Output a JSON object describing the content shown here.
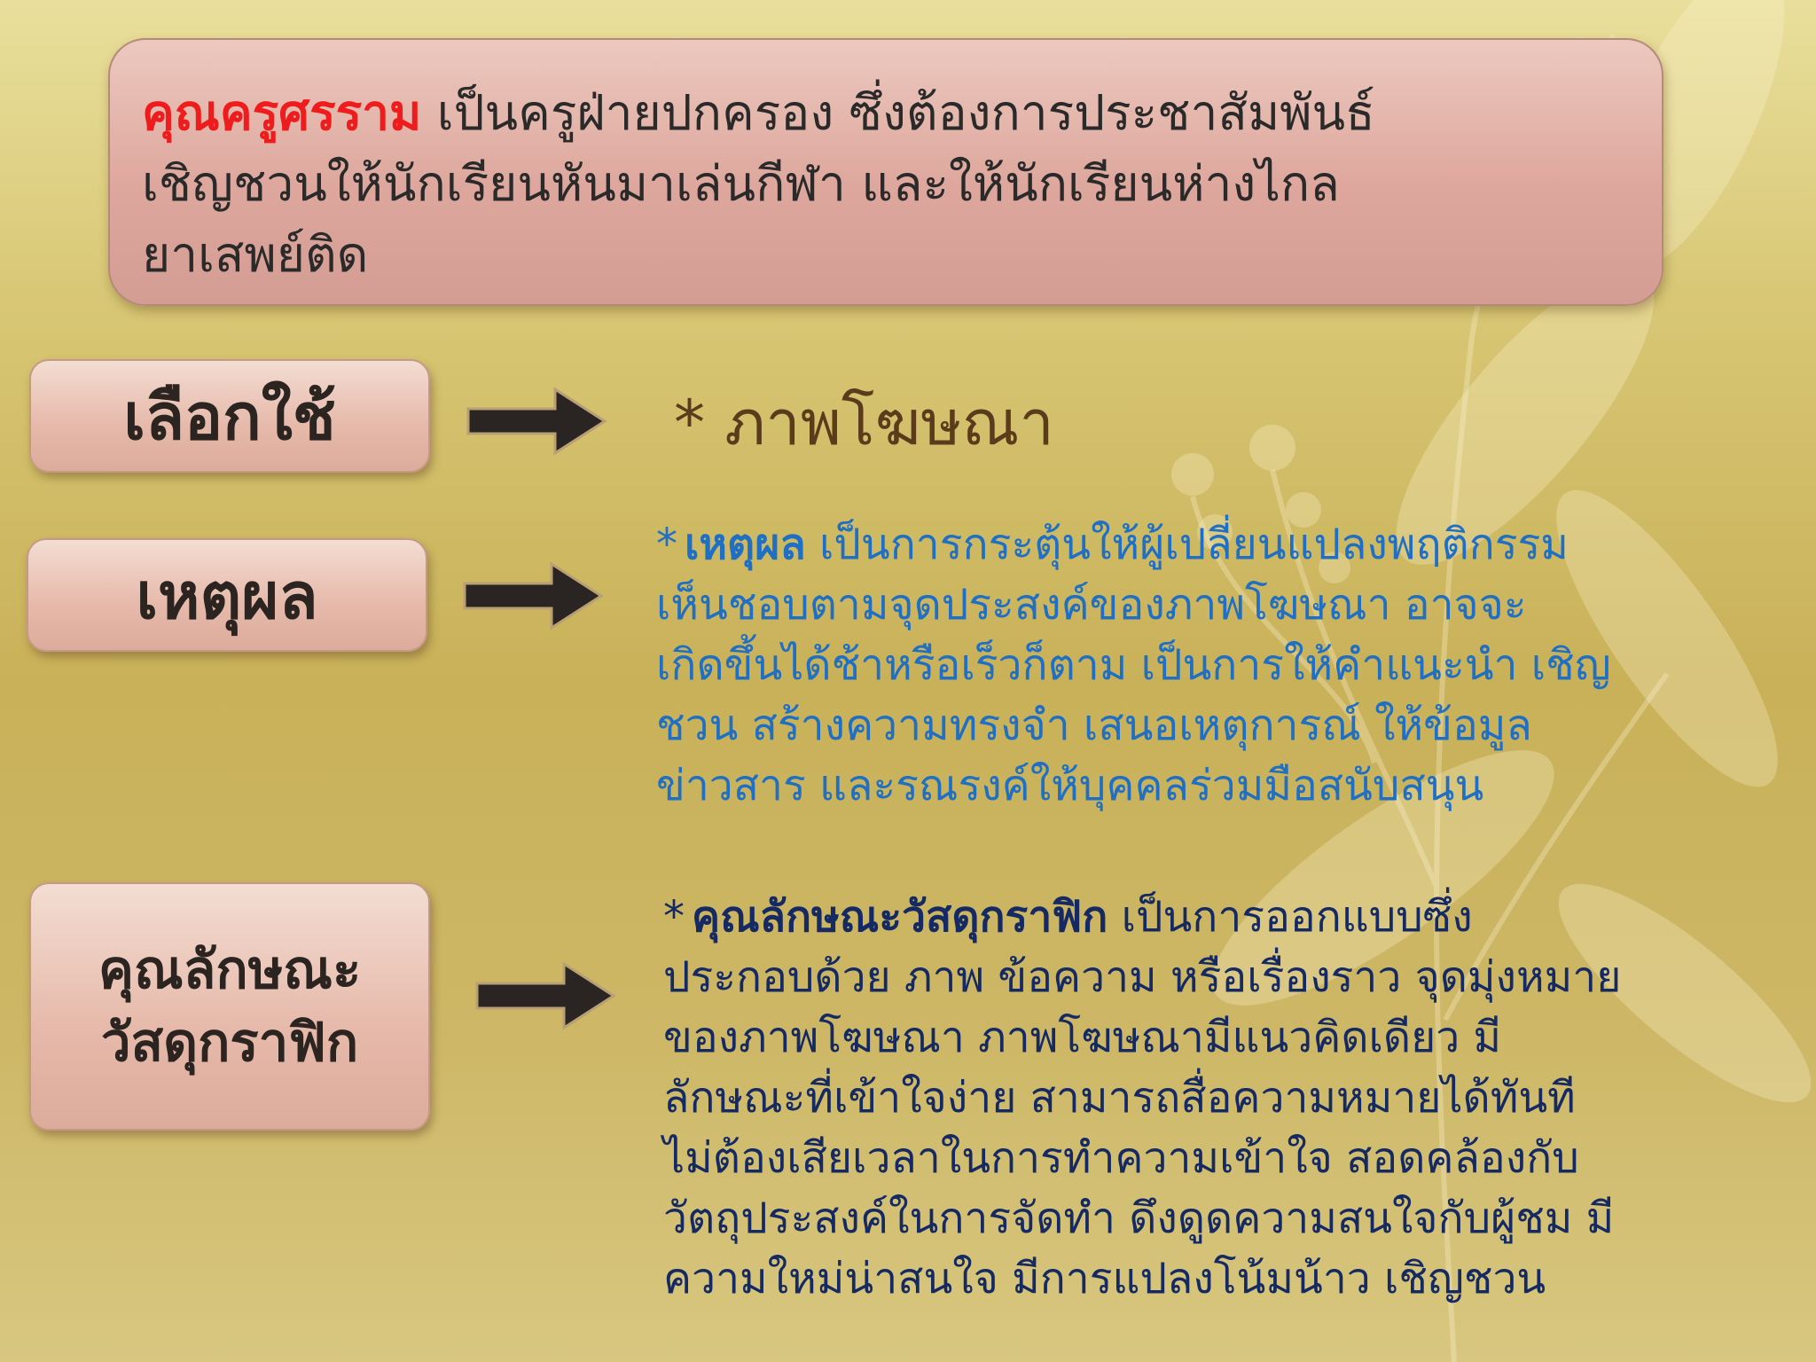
{
  "intro": {
    "name": "คุณครูศรราม",
    "line1_rest": " เป็นครูฝ่ายปกครอง ซึ่งต้องการประชาสัมพันธ์",
    "line2": "เชิญชวนให้นักเรียนหันมาเล่นกีฬา และให้นักเรียนห่างไกล",
    "line3": "ยาเสพย์ติด"
  },
  "rows": {
    "pick": {
      "label": "เลือกใช้",
      "value": "* ภาพโฆษณา"
    },
    "reason": {
      "label": "เหตุผล",
      "star": "*",
      "keyword": "เหตุผล",
      "line1_rest": " เป็นการกระตุ้นให้ผู้เปลี่ยนแปลงพฤติกรรม",
      "lines": [
        "เห็นชอบตามจุดประสงค์ของภาพโฆษณา อาจจะ",
        "เกิดขึ้นได้ช้าหรือเร็วก็ตาม เป็นการให้คำแนะนำ เชิญ",
        "ชวน สร้างความทรงจำ เสนอเหตุการณ์ ให้ข้อมูล",
        "ข่าวสาร และรณรงค์ให้บุคคลร่วมมือสนับสนุน"
      ]
    },
    "quality": {
      "label_line1": "คุณลักษณะ",
      "label_line2": "วัสดุกราฟิก",
      "star": "*",
      "keyword": "คุณลักษณะวัสดุกราฟิก",
      "line1_rest": " เป็นการออกแบบซึ่ง",
      "lines": [
        "ประกอบด้วย ภาพ ข้อความ หรือเรื่องราว จุดมุ่งหมาย",
        "ของภาพโฆษณา ภาพโฆษณามีแนวคิดเดียว มี",
        "ลักษณะที่เข้าใจง่าย สามารถสื่อความหมายได้ทันที",
        "ไม่ต้องเสียเวลาในการทำความเข้าใจ สอดคล้องกับ",
        "วัตถุประสงค์ในการจัดทำ ดึงดูดความสนใจกับผู้ชม มี",
        "ความใหม่น่าสนใจ มีการแปลงโน้มน้าว เชิญชวน"
      ]
    }
  },
  "colors": {
    "intro_highlight": "#ee1c1c",
    "reason_text": "#1f6fc4",
    "quality_text": "#152a63",
    "pick_text": "#5a3b1c",
    "arrow_fill": "#2a2422"
  }
}
